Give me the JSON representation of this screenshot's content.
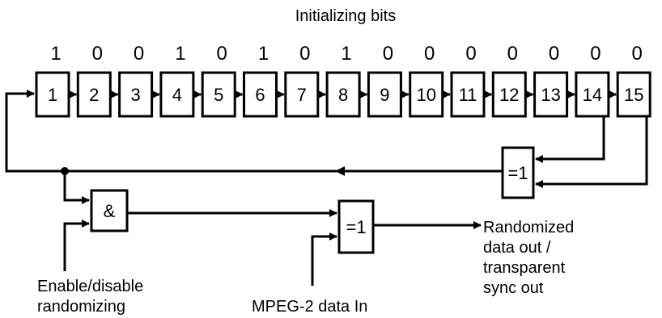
{
  "title": "Initializing bits",
  "init_bits": [
    "1",
    "0",
    "0",
    "1",
    "0",
    "1",
    "0",
    "1",
    "0",
    "0",
    "0",
    "0",
    "0",
    "0",
    "0"
  ],
  "register_cells": [
    "1",
    "2",
    "3",
    "4",
    "5",
    "6",
    "7",
    "8",
    "9",
    "10",
    "11",
    "12",
    "13",
    "14",
    "15"
  ],
  "xor_gate_feedback": "=1",
  "and_gate": "&",
  "xor_gate_output": "=1",
  "labels": {
    "enable_line1": "Enable/disable",
    "enable_line2": "randomizing",
    "mpeg_input": "MPEG-2 data In",
    "output_line1": "Randomized",
    "output_line2": "data out /",
    "output_line3": "transparent",
    "output_line4": "sync out"
  }
}
